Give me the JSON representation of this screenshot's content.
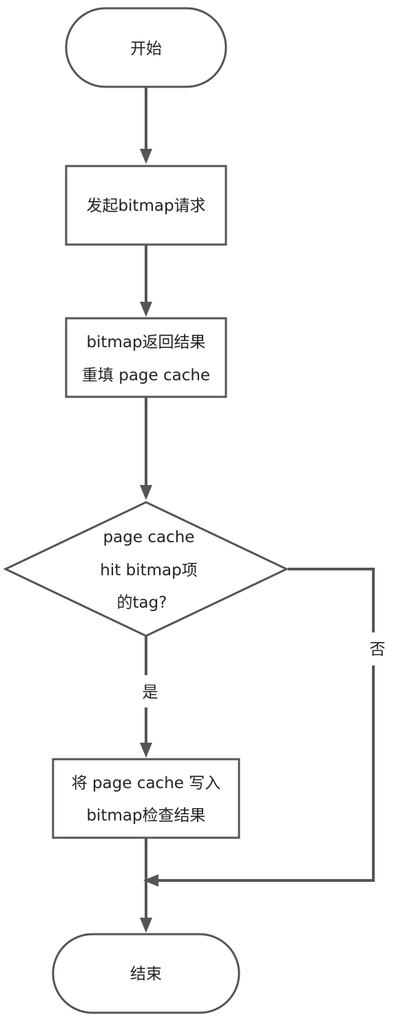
{
  "nodes": {
    "start": {
      "label": "开始"
    },
    "send_request": {
      "label": "发起bitmap请求"
    },
    "refill": {
      "line1": "bitmap返回结果",
      "line2": "重填 page cache"
    },
    "decision": {
      "line1": "page cache",
      "line2": "hit bitmap项",
      "line3": "的tag?"
    },
    "write": {
      "line1": "将 page cache 写入",
      "line2": "bitmap检查结果"
    },
    "end": {
      "label": "结束"
    }
  },
  "edges": {
    "yes_label": "是",
    "no_label": "否"
  },
  "colors": {
    "stroke": "#555555",
    "text": "#222222",
    "background": "#ffffff"
  }
}
